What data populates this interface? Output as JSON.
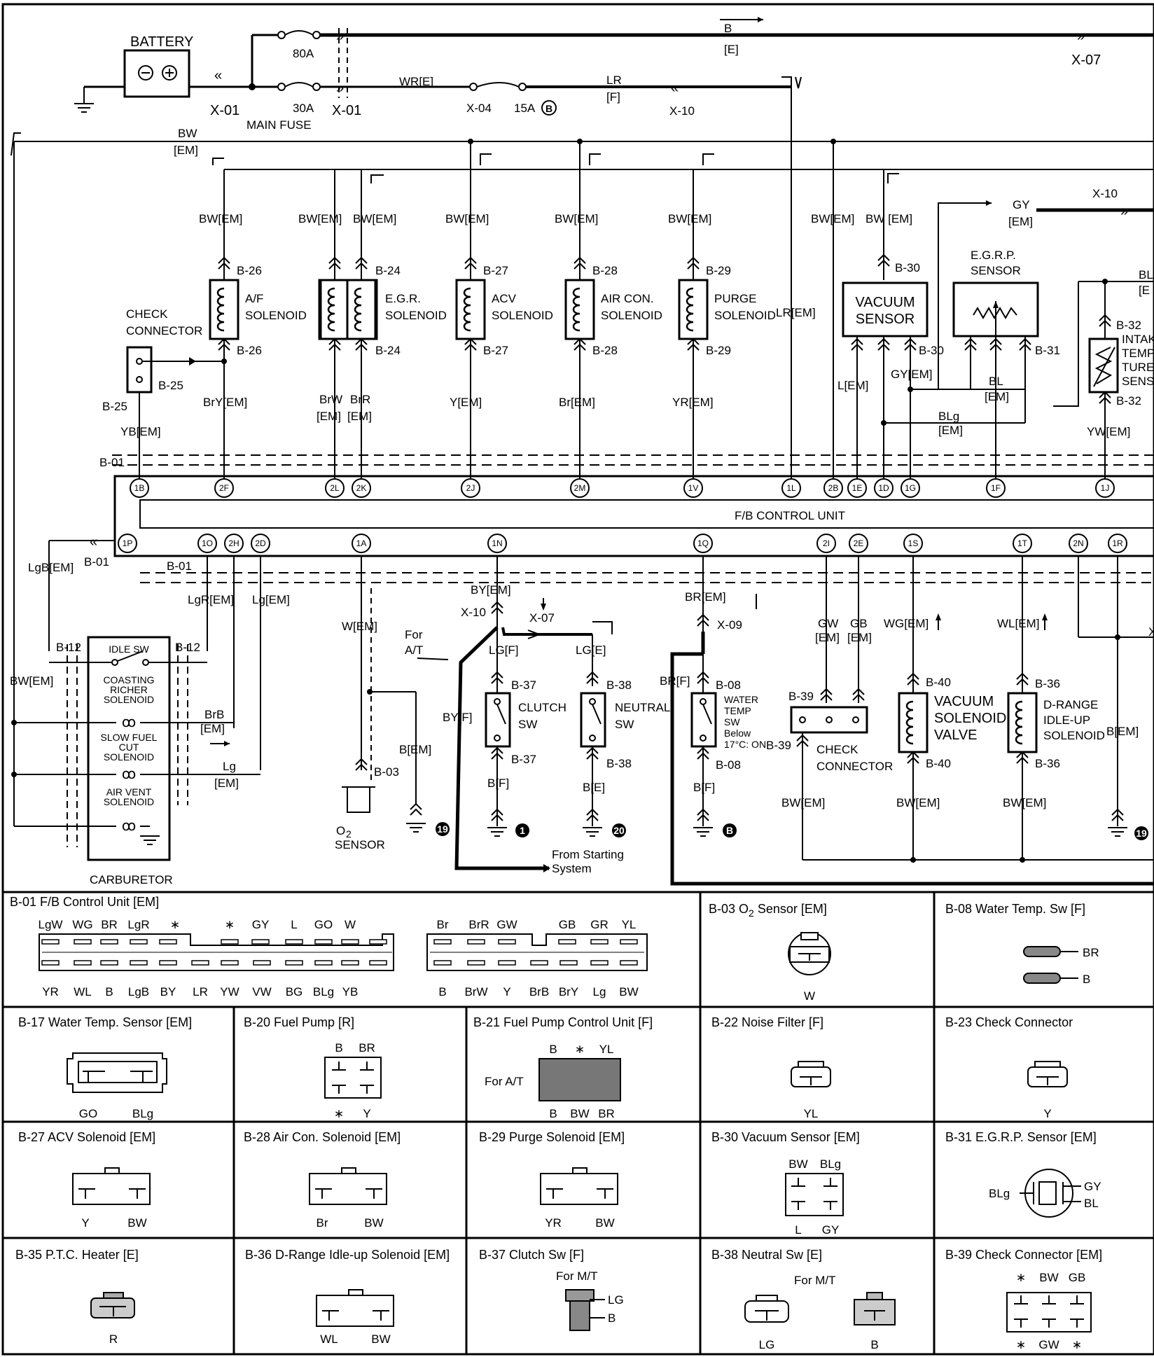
{
  "diagram": {
    "top": {
      "battery": "BATTERY",
      "fuse_80a": "80A",
      "fuse_30a": "30A",
      "main_fuse": "MAIN FUSE",
      "fuse_15a": "15A",
      "fuse_15a_ref": "B",
      "x01a": "X-01",
      "x01b": "X-01",
      "x04": "X-04",
      "x07": "X-07",
      "x10": "X-10",
      "wire_b": "B",
      "wire_b_loc": "[E]",
      "wire_wr": "WR[E]",
      "wire_lr": "LR",
      "wire_lr_loc": "[F]",
      "wire_bw": "BW",
      "wire_bw_loc": "[EM]"
    },
    "components": [
      {
        "key": "af",
        "label1": "A/F",
        "label2": "SOLENOID",
        "conn_top": "B-26",
        "conn_bot": "B-26",
        "wire_top": "BW[EM]",
        "wire_bot": "BrY[EM]",
        "pin": "2F"
      },
      {
        "key": "egr",
        "label1": "E.G.R.",
        "label2": "SOLENOID",
        "conn_top": "B-24",
        "conn_bot": "B-24",
        "wire_top": "BW[EM]",
        "wire_top2": "BW[EM]",
        "wire_bot": "BrW",
        "wire_bot_loc": "[EM]",
        "wire_bot2": "BrR",
        "wire_bot2_loc": "[EM]",
        "pin": "2L",
        "pin2": "2K"
      },
      {
        "key": "acv",
        "label1": "ACV",
        "label2": "SOLENOID",
        "conn_top": "B-27",
        "conn_bot": "B-27",
        "wire_top": "BW[EM]",
        "wire_bot": "Y[EM]",
        "pin": "2J"
      },
      {
        "key": "aircon",
        "label1": "AIR CON.",
        "label2": "SOLENOID",
        "conn_top": "B-28",
        "conn_bot": "B-28",
        "wire_top": "BW[EM]",
        "wire_bot": "Br[EM]",
        "pin": "2M"
      },
      {
        "key": "purge",
        "label1": "PURGE",
        "label2": "SOLENOID",
        "conn_top": "B-29",
        "conn_bot": "B-29",
        "wire_top": "BW[EM]",
        "wire_bot": "YR[EM]",
        "pin": "1V"
      }
    ],
    "check_connector": {
      "label1": "CHECK",
      "label2": "CONNECTOR",
      "conn": "B-25",
      "conn2": "B-25",
      "wire": "YB[EM]",
      "pin": "1B"
    },
    "lr_em": "LR[EM]",
    "pin_1l": "1L",
    "vacuum_sensor": {
      "label1": "VACUUM",
      "label2": "SENSOR",
      "conn_top": "B-30",
      "conn_bot": "B-30",
      "wire_top": "BW[EM]",
      "wire_top2": "BW [EM]",
      "wire_l": "L[EM]",
      "wire_gy": "GY[EM]",
      "pins": [
        "2B",
        "1E",
        "1D",
        "1G"
      ]
    },
    "egrp_sensor": {
      "label1": "E.G.R.P.",
      "label2": "SENSOR",
      "conn": "B-31",
      "wire_bl": "BL",
      "wire_bl_loc": "[EM]",
      "wire_blg": "BLg",
      "wire_blg_loc": "[EM]",
      "wire_gy": "GY",
      "wire_gy_loc": "[EM]",
      "x10": "X-10",
      "pin": "1F"
    },
    "intake_sensor": {
      "label1": "INTAK",
      "label2": "TEMP",
      "label3": "TURE",
      "label4": "SENS",
      "conn_top": "B-32",
      "conn_bot": "B-32",
      "wire": "YW[EM]",
      "wire_top": "BL",
      "wire_top_loc": "[E",
      "pin": "1J"
    },
    "unit": {
      "label": "F/B CONTROL UNIT",
      "conn": "B-01",
      "conn2": "B-01",
      "conn3": "B-01"
    },
    "lower_pins": [
      "1P",
      "1O",
      "2H",
      "2D",
      "1A",
      "1N",
      "1Q",
      "2I",
      "2E",
      "1S",
      "1T",
      "2N",
      "1R"
    ],
    "carburetor": {
      "label": "CARBURETOR",
      "conn_left": "B-12",
      "conn_right": "B-12",
      "items": [
        "IDLE SW",
        "COASTING",
        "RICHER",
        "SOLENOID",
        "SLOW FUEL",
        "CUT",
        "SOLENOID",
        "AIR VENT",
        "SOLENOID"
      ],
      "wire_lgb": "LgB[EM]",
      "wire_lgr": "LgR[EM]",
      "wire_lg": "Lg[EM]",
      "wire_bw": "BW[EM]",
      "wire_brb": "BrB",
      "wire_brb_loc": "[EM]",
      "wire_lg2": "Lg",
      "wire_lg2_loc": "[EM]"
    },
    "o2": {
      "label": "SENSOR",
      "label_o": "O",
      "sub": "2",
      "conn": "B-03",
      "wire": "W[EM]",
      "wire_b": "B[EM]",
      "ground": "19"
    },
    "clutch": {
      "label1": "CLUTCH",
      "label2": "SW",
      "conn_top": "B-37",
      "conn_bot": "B-37",
      "wire_by": "BY[EM]",
      "x10": "X-10",
      "wire_lg": "LG[F]",
      "wire_b": "B[F]",
      "wire_by2": "BY[F]",
      "for_at1": "For",
      "for_at2": "A/T",
      "ground": "1",
      "from1": "From Starting",
      "from2": "System"
    },
    "neutral": {
      "label1": "NEUTRAL",
      "label2": "SW",
      "conn_top": "B-38",
      "conn_bot": "B-38",
      "x07": "X-07",
      "wire_lg": "LG[E]",
      "wire_b": "B[E]",
      "ground": "20"
    },
    "water_sw": {
      "label1": "WATER",
      "label2": "TEMP",
      "label3": "SW",
      "label4": "Below",
      "label5": "17°C: ON",
      "conn_top": "B-08",
      "conn_bot": "B-08",
      "x09": "X-09",
      "wire_br": "BR[EM]",
      "wire_br2": "BR[F]",
      "wire_b": "B[F]",
      "ground": "B"
    },
    "check_conn2": {
      "label1": "CHECK",
      "label2": "CONNECTOR",
      "conn": "B-39",
      "conn2": "B-39",
      "wire_gw": "GW",
      "wire_gw_loc": "[EM]",
      "wire_gb": "GB",
      "wire_gb_loc": "[EM]",
      "wire_bw": "BW[EM]"
    },
    "vacuum_valve": {
      "label1": "VACUUM",
      "label2": "SOLENOID",
      "label3": "VALVE",
      "conn_top": "B-40",
      "conn_bot": "B-40",
      "wire_wg": "WG[EM]",
      "wire_bw": "BW[EM]"
    },
    "drange": {
      "label1": "D-RANGE",
      "label2": "IDLE-UP",
      "label3": "SOLENOID",
      "conn_top": "B-36",
      "conn_bot": "B-36",
      "wire_wl": "WL[EM]",
      "wire_bw": "BW[EM]"
    },
    "right_b_em": "B[EM]",
    "right_x": "X",
    "right_ground": "19"
  },
  "connectors": {
    "b01": {
      "title": "B-01 F/B Control Unit [EM]",
      "top_a": [
        "LgW",
        "WG",
        "BR",
        "LgR",
        "∗",
        "∗",
        "GY",
        "L",
        "GO",
        "W"
      ],
      "bot_a": [
        "YR",
        "WL",
        "B",
        "LgB",
        "BY",
        "LR",
        "YW",
        "VW",
        "BG",
        "BLg",
        "YB"
      ],
      "top_b": [
        "Br",
        "BrR",
        "GW",
        "GB",
        "GR",
        "YL"
      ],
      "bot_b": [
        "B",
        "BrW",
        "Y",
        "BrB",
        "BrY",
        "Lg",
        "BW"
      ]
    },
    "b03": {
      "title_pre": "B-03 O",
      "title_sub": "2",
      "title_post": " Sensor [EM]",
      "pins": [
        "W"
      ]
    },
    "b08": {
      "title": "B-08 Water Temp. Sw [F]",
      "pins": [
        "BR",
        "B"
      ]
    },
    "b17": {
      "title": "B-17 Water Temp. Sensor [EM]",
      "pins": [
        "GO",
        "BLg"
      ]
    },
    "b20": {
      "title": "B-20 Fuel Pump [R]",
      "pins": [
        "B",
        "BR",
        "∗",
        "Y"
      ]
    },
    "b21": {
      "title": "B-21 Fuel Pump Control Unit [F]",
      "note": "For A/T",
      "pins": [
        "B",
        "∗",
        "YL",
        "B",
        "BW",
        "BR"
      ]
    },
    "b22": {
      "title": "B-22 Noise Filter [F]",
      "pins": [
        "YL"
      ]
    },
    "b23": {
      "title": "B-23 Check Connector",
      "pins": [
        "Y"
      ]
    },
    "b27": {
      "title": "B-27 ACV Solenoid [EM]",
      "pins": [
        "Y",
        "BW"
      ]
    },
    "b28": {
      "title": "B-28 Air Con. Solenoid [EM]",
      "pins": [
        "Br",
        "BW"
      ]
    },
    "b29": {
      "title": "B-29 Purge Solenoid [EM]",
      "pins": [
        "YR",
        "BW"
      ]
    },
    "b30": {
      "title": "B-30 Vacuum Sensor [EM]",
      "pins": [
        "BW",
        "BLg",
        "L",
        "GY"
      ]
    },
    "b31": {
      "title": "B-31 E.G.R.P. Sensor [EM]",
      "pins": [
        "BLg",
        "GY",
        "BL"
      ]
    },
    "b35": {
      "title": "B-35 P.T.C. Heater [E]",
      "pins": [
        "R"
      ]
    },
    "b36": {
      "title": "B-36 D-Range Idle-up Solenoid [EM]",
      "pins": [
        "WL",
        "BW"
      ]
    },
    "b37": {
      "title": "B-37 Clutch Sw [F]",
      "note": "For M/T",
      "pins": [
        "LG",
        "B"
      ]
    },
    "b38": {
      "title": "B-38 Neutral Sw [E]",
      "note": "For M/T",
      "pins": [
        "LG",
        "B"
      ]
    },
    "b39": {
      "title": "B-39 Check Connector [EM]",
      "pins": [
        "∗",
        "BW",
        "GB",
        "∗",
        "GW",
        "∗"
      ]
    }
  }
}
